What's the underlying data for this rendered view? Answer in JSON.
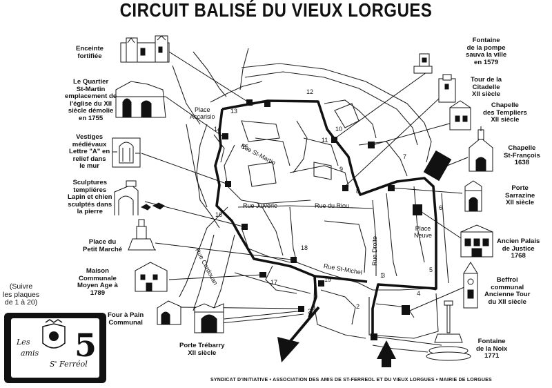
{
  "title": "CIRCUIT BALISÉ DU VIEUX LORGUES",
  "footer": "SYNDICAT D'INITIATIVE  •  ASSOCIATION DES AMIS DE ST-FERREOL ET DU VIEUX LORGUES  •  MAIRIE DE LORGUES",
  "note": "(Suivre\nles plaques\nde 1 à 20)",
  "plaque": {
    "number": "5",
    "text_les": "Les",
    "text_amis": "amis",
    "text_name": "S' Ferréol"
  },
  "landmarks": [
    {
      "id": "enceinte",
      "label": "Enceinte\nfortifiée"
    },
    {
      "id": "quartier-st-martin",
      "label": "Le Quartier\nSt-Martin\nemplacement de\nl'église du XII\nsiècle démolie\nen 1755"
    },
    {
      "id": "vestiges",
      "label": "Vestiges\nmédiévaux\nLettre \"A\" en\nrelief dans\nle mur"
    },
    {
      "id": "sculptures",
      "label": "Sculptures\ntempliéres\nLapin et chien\nsculptés dans\nla pierre"
    },
    {
      "id": "petit-marche",
      "label": "Place du\nPetit Marché"
    },
    {
      "id": "maison-communale",
      "label": "Maison\nCommunale\nMoyen Age à\n1789"
    },
    {
      "id": "four",
      "label": "Four à Pain\nCommunal"
    },
    {
      "id": "porte-trebarry",
      "label": "Porte Trébarry\nXII siècle"
    },
    {
      "id": "fontaine-pompe",
      "label": "Fontaine\nde la pompe\nsauva la ville\nen 1579"
    },
    {
      "id": "tour-citadelle",
      "label": "Tour de la\nCitadelle\nXII siècle"
    },
    {
      "id": "chapelle-templiers",
      "label": "Chapelle\ndes Templiers\nXII siècle"
    },
    {
      "id": "chapelle-st-francois",
      "label": "Chapelle\nSt-François\n1638"
    },
    {
      "id": "porte-sarrazine",
      "label": "Porte\nSarrazine\nXII siècle"
    },
    {
      "id": "palais-justice",
      "label": "Ancien Palais\nde Justice\n1768"
    },
    {
      "id": "beffroi",
      "label": "Beffroi\ncommunal\nAncienne Tour\ndu XII siècle"
    },
    {
      "id": "fontaine-noix",
      "label": "Fontaine\nde la Noix\n1771"
    }
  ],
  "streets": {
    "place_accarisio": "Place\nAccarisio",
    "rue_st_martin": "Rue St-Martin",
    "rue_juiverie": "Rue Juiverie",
    "rue_du_riou": "Rue du Riou",
    "rue_droite": "Rue Droite",
    "place_neuve": "Place\nNeuve",
    "rue_st_michel": "Rue St-Michel",
    "rue_cordouan": "Rue Cordouan"
  },
  "stops": [
    "1",
    "2",
    "3",
    "4",
    "5",
    "6",
    "7",
    "8",
    "9",
    "10",
    "11",
    "12",
    "13",
    "14",
    "15",
    "16",
    "17",
    "18",
    "19",
    "20"
  ]
}
